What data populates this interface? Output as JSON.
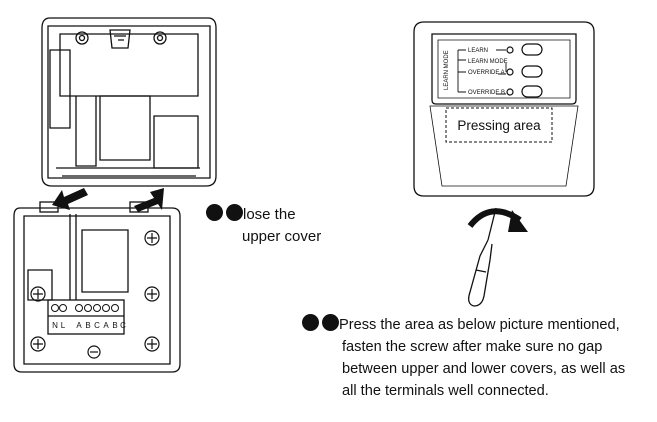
{
  "step1": {
    "text_line1": "lose the",
    "text_line2": "upper cover"
  },
  "step2": {
    "text_line1": "Press the area as below picture mentioned,",
    "text_line2": "fasten the screw after make sure no gap",
    "text_line3": "between upper and lower covers, as well as",
    "text_line4": "all the terminals well connected."
  },
  "panel": {
    "side_label": "LEARN MODE",
    "rows": [
      "LEARN",
      "LEARN MODE",
      "OVERRIDE A",
      "OVERRIDE B"
    ],
    "pressing_area": "Pressing area"
  },
  "terminals": {
    "labels": [
      "N",
      "L",
      "A",
      "B",
      "C",
      "A",
      "B",
      "C"
    ]
  }
}
